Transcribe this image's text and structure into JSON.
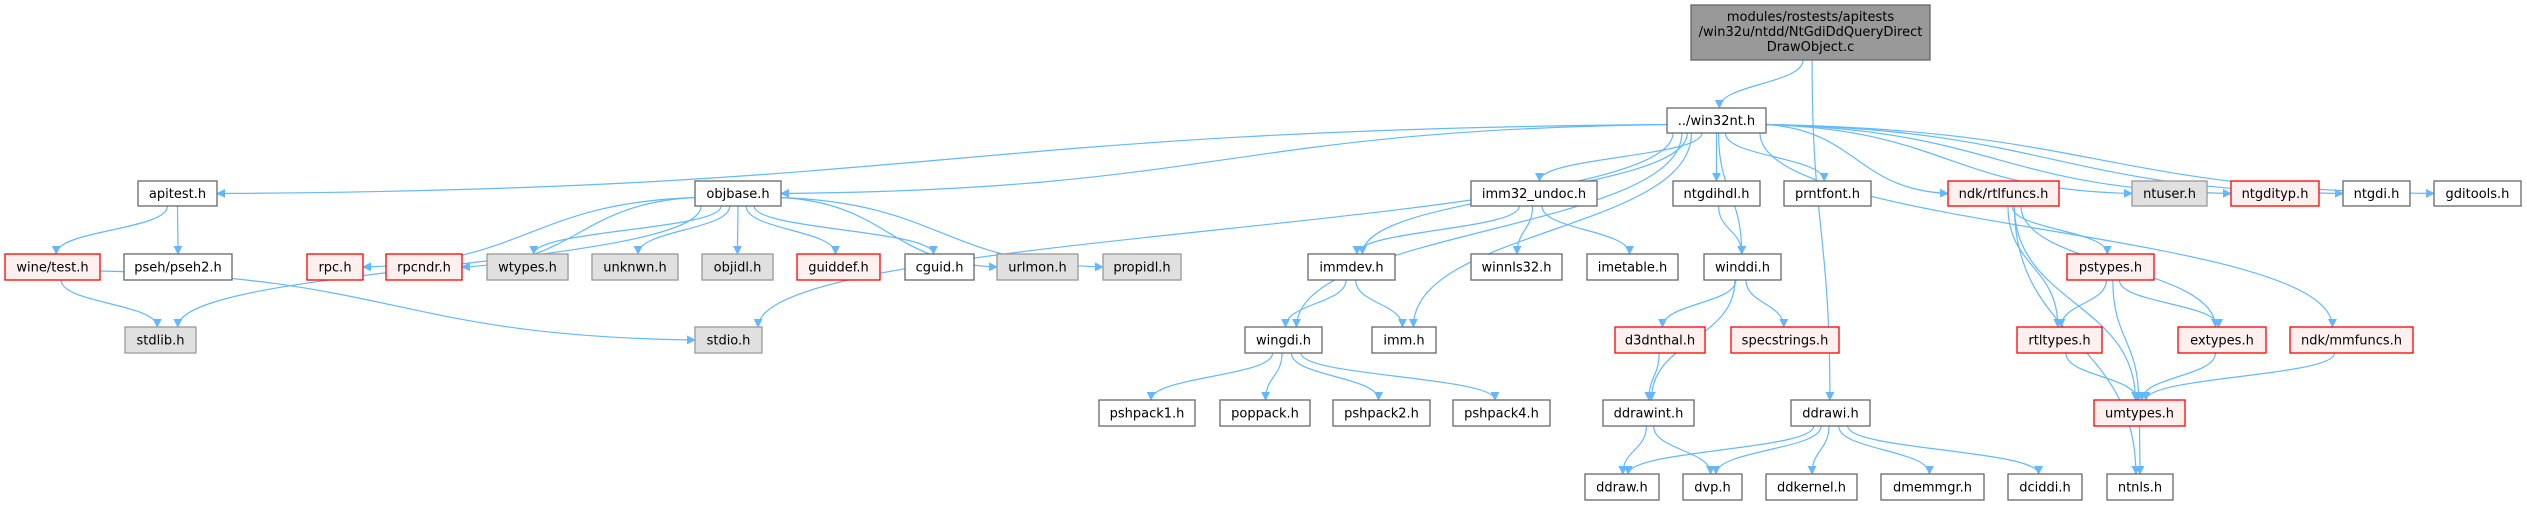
{
  "graph": {
    "title_lines": [
      "modules/rostests/apitests",
      "/win32u/ntdd/NtGdiDdQueryDirect",
      "DrawObject.c"
    ],
    "colors": {
      "edge": "#63b8ff",
      "normal_fill": "#ffffff",
      "normal_border": "#666666",
      "gray_fill": "#e0e0e0",
      "gray_border": "#999999",
      "red_fill": "#fff0f0",
      "red_border": "#ff0000",
      "root_fill": "#999999",
      "root_border": "#666666"
    },
    "nodes": [
      {
        "id": "root",
        "label": "modules/rostests/apitests /win32u/ntdd/NtGdiDdQueryDirect DrawObject.c",
        "style": "root"
      },
      {
        "id": "win32nt",
        "label": "../win32nt.h",
        "style": "normal"
      },
      {
        "id": "apitest",
        "label": "apitest.h",
        "style": "normal"
      },
      {
        "id": "objbase",
        "label": "objbase.h",
        "style": "normal"
      },
      {
        "id": "imm32_undoc",
        "label": "imm32_undoc.h",
        "style": "normal"
      },
      {
        "id": "ntgdihdl",
        "label": "ntgdihdl.h",
        "style": "normal"
      },
      {
        "id": "prntfont",
        "label": "prntfont.h",
        "style": "normal"
      },
      {
        "id": "rtlfuncs",
        "label": "ndk/rtlfuncs.h",
        "style": "red"
      },
      {
        "id": "ntuser",
        "label": "ntuser.h",
        "style": "gray"
      },
      {
        "id": "ntgdityp",
        "label": "ntgdityp.h",
        "style": "red"
      },
      {
        "id": "ntgdi",
        "label": "ntgdi.h",
        "style": "normal"
      },
      {
        "id": "gditools",
        "label": "gditools.h",
        "style": "normal"
      },
      {
        "id": "winetest",
        "label": "wine/test.h",
        "style": "red"
      },
      {
        "id": "pseh2",
        "label": "pseh/pseh2.h",
        "style": "normal"
      },
      {
        "id": "rpc",
        "label": "rpc.h",
        "style": "red"
      },
      {
        "id": "rpcndr",
        "label": "rpcndr.h",
        "style": "red"
      },
      {
        "id": "wtypes",
        "label": "wtypes.h",
        "style": "gray"
      },
      {
        "id": "unknwn",
        "label": "unknwn.h",
        "style": "gray"
      },
      {
        "id": "objidl",
        "label": "objidl.h",
        "style": "gray"
      },
      {
        "id": "guiddef",
        "label": "guiddef.h",
        "style": "red"
      },
      {
        "id": "cguid",
        "label": "cguid.h",
        "style": "normal"
      },
      {
        "id": "urlmon",
        "label": "urlmon.h",
        "style": "gray"
      },
      {
        "id": "propidl",
        "label": "propidl.h",
        "style": "gray"
      },
      {
        "id": "immdev",
        "label": "immdev.h",
        "style": "normal"
      },
      {
        "id": "winnls32",
        "label": "winnls32.h",
        "style": "normal"
      },
      {
        "id": "imetable",
        "label": "imetable.h",
        "style": "normal"
      },
      {
        "id": "winddi",
        "label": "winddi.h",
        "style": "normal"
      },
      {
        "id": "pstypes",
        "label": "pstypes.h",
        "style": "red"
      },
      {
        "id": "stdlib",
        "label": "stdlib.h",
        "style": "gray"
      },
      {
        "id": "stdio",
        "label": "stdio.h",
        "style": "gray"
      },
      {
        "id": "wingdi",
        "label": "wingdi.h",
        "style": "normal"
      },
      {
        "id": "imm",
        "label": "imm.h",
        "style": "normal"
      },
      {
        "id": "d3dnthal",
        "label": "d3dnthal.h",
        "style": "red"
      },
      {
        "id": "specstrings",
        "label": "specstrings.h",
        "style": "red"
      },
      {
        "id": "rtltypes",
        "label": "rtltypes.h",
        "style": "red"
      },
      {
        "id": "extypes",
        "label": "extypes.h",
        "style": "red"
      },
      {
        "id": "mmfuncs",
        "label": "ndk/mmfuncs.h",
        "style": "red"
      },
      {
        "id": "pshpack1",
        "label": "pshpack1.h",
        "style": "normal"
      },
      {
        "id": "poppack",
        "label": "poppack.h",
        "style": "normal"
      },
      {
        "id": "pshpack2",
        "label": "pshpack2.h",
        "style": "normal"
      },
      {
        "id": "pshpack4",
        "label": "pshpack4.h",
        "style": "normal"
      },
      {
        "id": "ddrawint",
        "label": "ddrawint.h",
        "style": "normal"
      },
      {
        "id": "ddrawi",
        "label": "ddrawi.h",
        "style": "normal"
      },
      {
        "id": "umtypes",
        "label": "umtypes.h",
        "style": "red"
      },
      {
        "id": "ddraw",
        "label": "ddraw.h",
        "style": "normal"
      },
      {
        "id": "dvp",
        "label": "dvp.h",
        "style": "normal"
      },
      {
        "id": "ddkernel",
        "label": "ddkernel.h",
        "style": "normal"
      },
      {
        "id": "dmemmgr",
        "label": "dmemmgr.h",
        "style": "normal"
      },
      {
        "id": "dciddi",
        "label": "dciddi.h",
        "style": "normal"
      },
      {
        "id": "ntnls",
        "label": "ntnls.h",
        "style": "normal"
      }
    ],
    "edges": [
      [
        "root",
        "win32nt"
      ],
      [
        "root",
        "ddrawi"
      ],
      [
        "win32nt",
        "apitest"
      ],
      [
        "win32nt",
        "objbase"
      ],
      [
        "win32nt",
        "stdio"
      ],
      [
        "win32nt",
        "wingdi"
      ],
      [
        "win32nt",
        "immdev"
      ],
      [
        "win32nt",
        "imm"
      ],
      [
        "win32nt",
        "imm32_undoc"
      ],
      [
        "win32nt",
        "ntgdihdl"
      ],
      [
        "win32nt",
        "winddi"
      ],
      [
        "win32nt",
        "prntfont"
      ],
      [
        "win32nt",
        "rtlfuncs"
      ],
      [
        "win32nt",
        "ntuser"
      ],
      [
        "win32nt",
        "ntgdityp"
      ],
      [
        "win32nt",
        "ntgdi"
      ],
      [
        "win32nt",
        "gditools"
      ],
      [
        "win32nt",
        "mmfuncs"
      ],
      [
        "apitest",
        "winetest"
      ],
      [
        "apitest",
        "pseh2"
      ],
      [
        "winetest",
        "stdlib"
      ],
      [
        "winetest",
        "stdio"
      ],
      [
        "objbase",
        "stdlib"
      ],
      [
        "objbase",
        "rpc"
      ],
      [
        "objbase",
        "rpcndr"
      ],
      [
        "objbase",
        "wtypes"
      ],
      [
        "objbase",
        "unknwn"
      ],
      [
        "objbase",
        "objidl"
      ],
      [
        "objbase",
        "guiddef"
      ],
      [
        "objbase",
        "cguid"
      ],
      [
        "objbase",
        "urlmon"
      ],
      [
        "objbase",
        "propidl"
      ],
      [
        "imm32_undoc",
        "immdev"
      ],
      [
        "imm32_undoc",
        "winnls32"
      ],
      [
        "imm32_undoc",
        "imetable"
      ],
      [
        "immdev",
        "wingdi"
      ],
      [
        "immdev",
        "imm"
      ],
      [
        "wingdi",
        "pshpack1"
      ],
      [
        "wingdi",
        "poppack"
      ],
      [
        "wingdi",
        "pshpack2"
      ],
      [
        "wingdi",
        "pshpack4"
      ],
      [
        "ntgdihdl",
        "winddi"
      ],
      [
        "winddi",
        "d3dnthal"
      ],
      [
        "winddi",
        "specstrings"
      ],
      [
        "winddi",
        "ddrawint"
      ],
      [
        "d3dnthal",
        "ddrawint"
      ],
      [
        "ddrawint",
        "ddraw"
      ],
      [
        "ddrawint",
        "dvp"
      ],
      [
        "ddrawi",
        "ddraw"
      ],
      [
        "ddrawi",
        "dvp"
      ],
      [
        "ddrawi",
        "ddkernel"
      ],
      [
        "ddrawi",
        "dmemmgr"
      ],
      [
        "ddrawi",
        "dciddi"
      ],
      [
        "rtlfuncs",
        "pstypes"
      ],
      [
        "rtlfuncs",
        "rtltypes"
      ],
      [
        "rtlfuncs",
        "extypes"
      ],
      [
        "rtlfuncs",
        "umtypes"
      ],
      [
        "rtlfuncs",
        "ntnls"
      ],
      [
        "pstypes",
        "rtltypes"
      ],
      [
        "pstypes",
        "extypes"
      ],
      [
        "pstypes",
        "umtypes"
      ],
      [
        "rtltypes",
        "umtypes"
      ],
      [
        "extypes",
        "umtypes"
      ],
      [
        "mmfuncs",
        "umtypes"
      ],
      [
        "umtypes",
        "ntnls"
      ]
    ]
  }
}
